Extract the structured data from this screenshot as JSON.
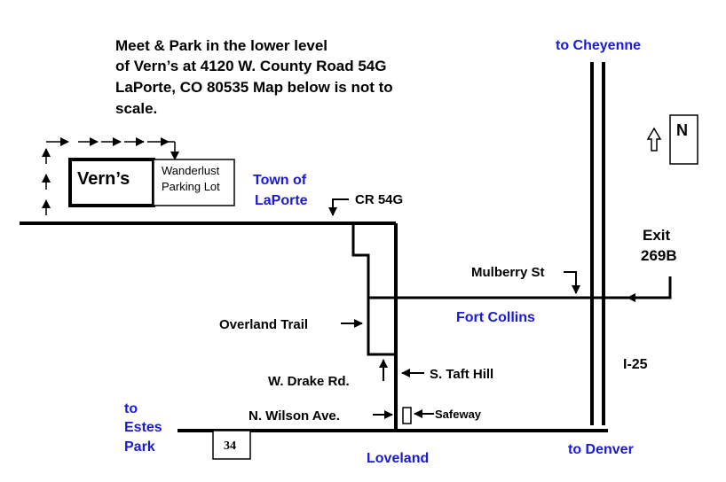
{
  "note": {
    "lines": [
      "Meet & Park in the lower level",
      "of Vern’s at 4120 W. County Road 54G",
      "LaPorte, CO 80535  Map below is not to",
      "scale."
    ]
  },
  "labels": {
    "verns": "Vern’s",
    "parking_line1": "Wanderlust",
    "parking_line2": "Parking Lot",
    "town_line1": "Town of",
    "town_line2": "LaPorte",
    "cr54g": "CR  54G",
    "to_cheyenne": "to Cheyenne",
    "north": "N",
    "exit_line1": "Exit",
    "exit_line2": "269B",
    "mulberry": "Mulberry St",
    "fort_collins": "Fort Collins",
    "overland": "Overland Trail",
    "i25": "I-25",
    "drake": "W. Drake Rd.",
    "taft": "S. Taft Hill",
    "wilson": "N. Wilson Ave.",
    "safeway": "Safeway",
    "to_estes_1": "to",
    "to_estes_2": "Estes",
    "to_estes_3": "Park",
    "route34": "34",
    "loveland": "Loveland",
    "to_denver": "to Denver"
  },
  "colors": {
    "road": "#000000",
    "place_label": "#1a1ad6",
    "text": "#000000"
  },
  "icons": {
    "north_arrow": "north-arrow-icon",
    "route_shield": "route-shield-icon"
  }
}
